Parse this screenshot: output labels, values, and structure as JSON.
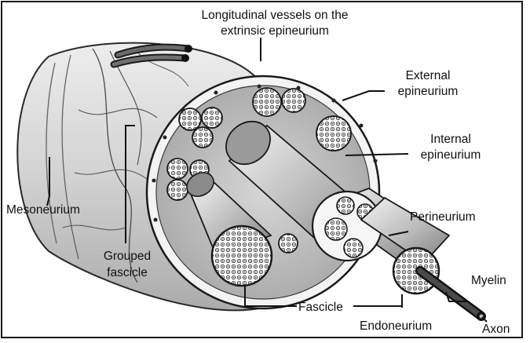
{
  "labels": {
    "longitudinal_line1": "Longitudinal vessels on the",
    "longitudinal_line2": "extrinsic epineurium",
    "external_line1": "External",
    "external_line2": "epineurium",
    "internal_line1": "Internal",
    "internal_line2": "epineurium",
    "mesoneurium": "Mesoneurium",
    "perineurium": "Perineurium",
    "grouped_line1": "Grouped",
    "grouped_line2": "fascicle",
    "myelin": "Myelin",
    "fascicle": "Fascicle",
    "endoneurium": "Endoneurium",
    "axon": "Axon"
  }
}
